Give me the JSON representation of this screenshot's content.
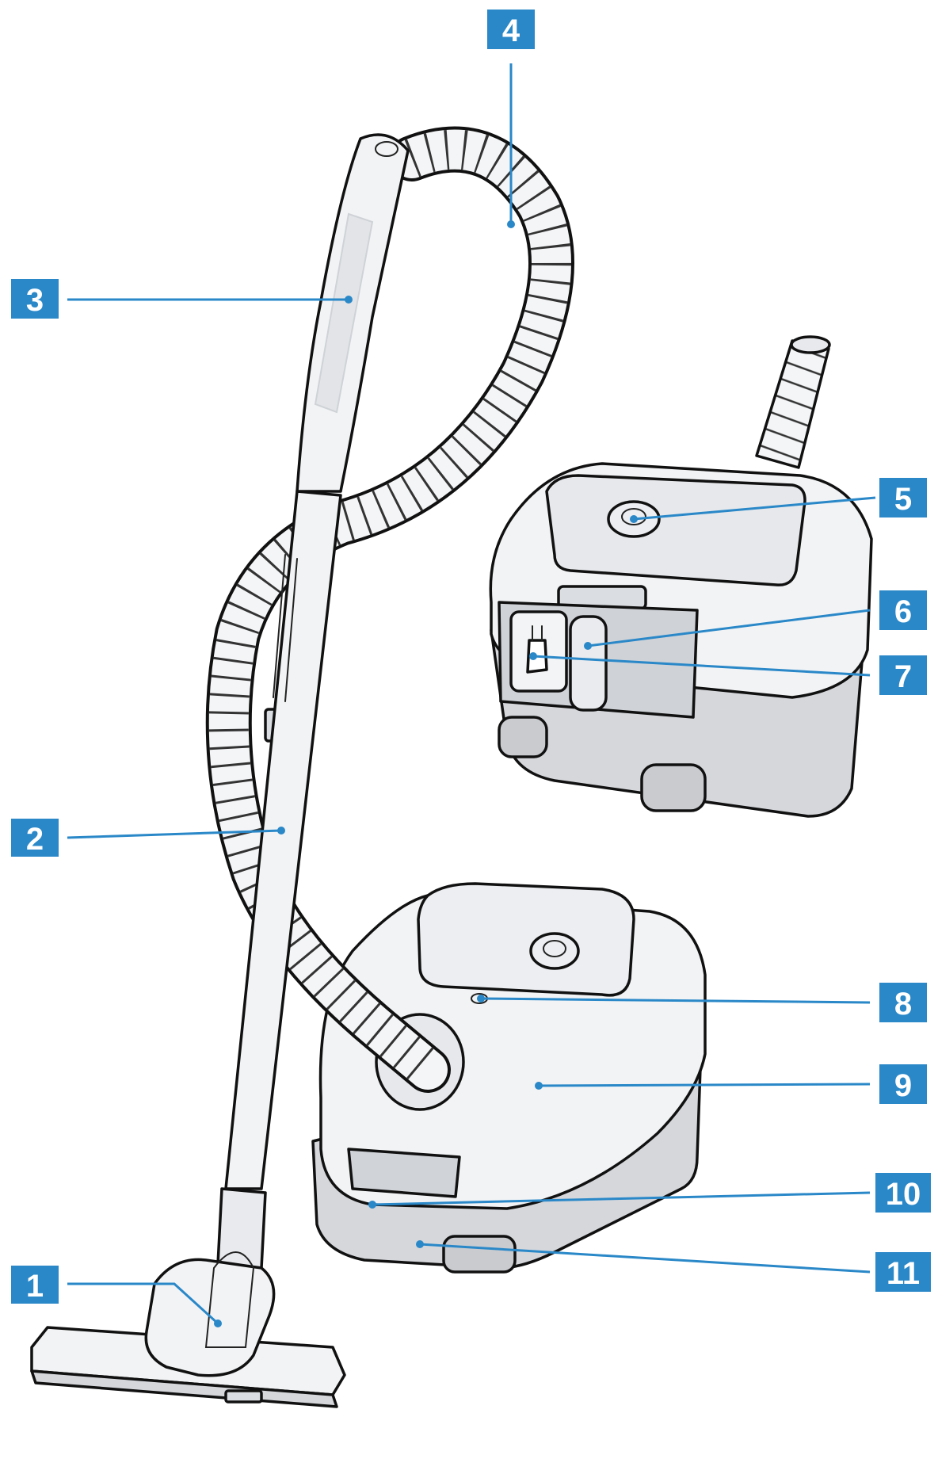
{
  "colors": {
    "callout": "#2a88c8",
    "outline": "#111111",
    "body_fill": "#f2f3f5",
    "shade_fill": "#d5d7db"
  },
  "callouts": [
    {
      "label": "1"
    },
    {
      "label": "2"
    },
    {
      "label": "3"
    },
    {
      "label": "4"
    },
    {
      "label": "5"
    },
    {
      "label": "6"
    },
    {
      "label": "7"
    },
    {
      "label": "8"
    },
    {
      "label": "9"
    },
    {
      "label": "10"
    },
    {
      "label": "11"
    }
  ]
}
